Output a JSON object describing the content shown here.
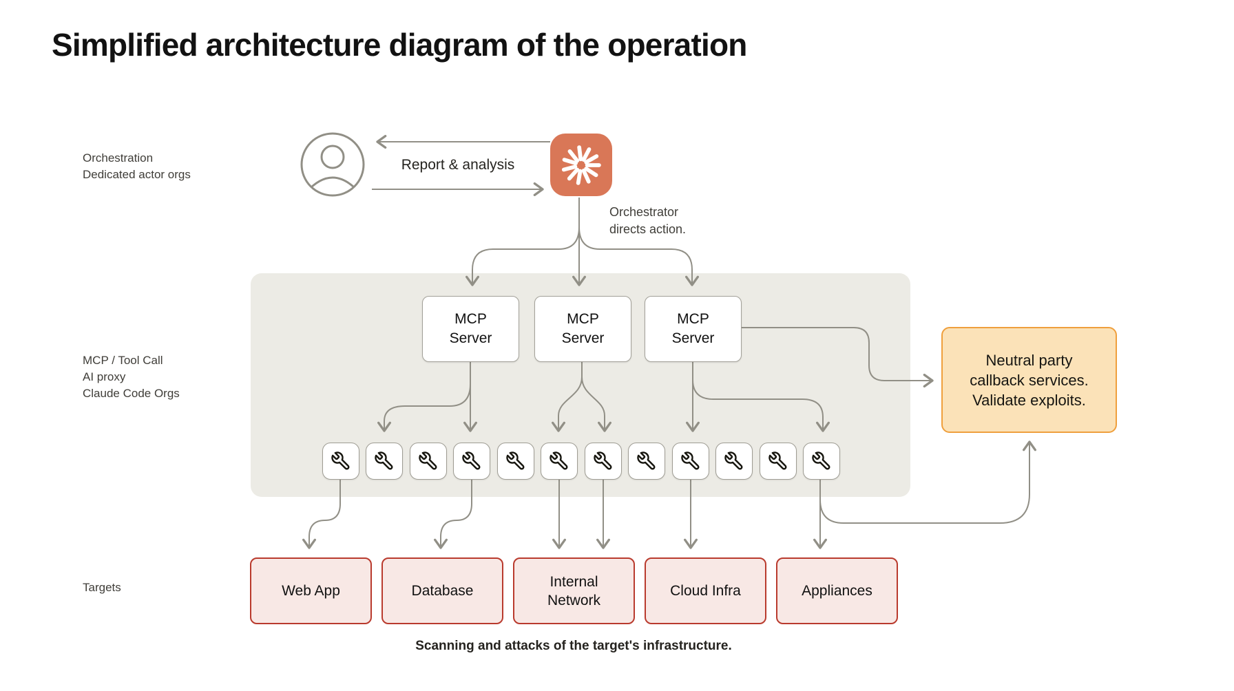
{
  "title": "Simplified architecture diagram of the operation",
  "rail_labels": {
    "orchestration": {
      "line1": "Orchestration",
      "line2": "Dedicated actor orgs"
    },
    "mcp_layer": {
      "line1": "MCP / Tool Call",
      "line2": "AI proxy",
      "line3": "Claude Code Orgs"
    },
    "targets": "Targets"
  },
  "flow": {
    "report_analysis": "Report & analysis",
    "orchestrator_directs": {
      "line1": "Orchestrator",
      "line2": "directs action."
    }
  },
  "mcp_servers": [
    {
      "line1": "MCP",
      "line2": "Server"
    },
    {
      "line1": "MCP",
      "line2": "Server"
    },
    {
      "line1": "MCP",
      "line2": "Server"
    }
  ],
  "tools": {
    "count": 12,
    "icon": "wrench-icon"
  },
  "neutral_party": {
    "line1": "Neutral party",
    "line2": "callback services.",
    "line3": "Validate exploits."
  },
  "targets_row": [
    {
      "label": "Web App"
    },
    {
      "label": "Database"
    },
    {
      "label": "Internal Network"
    },
    {
      "label": "Cloud Infra"
    },
    {
      "label": "Appliances"
    }
  ],
  "caption": "Scanning and attacks of the target's infrastructure.",
  "colors": {
    "claude_orange": "#D97757",
    "panel_gray": "#ECEBE5",
    "line_gray": "#918F86",
    "target_fill": "#F8E8E5",
    "target_border": "#B93A2D",
    "callback_fill": "#FBE2B8",
    "callback_border": "#EF9F3C"
  }
}
